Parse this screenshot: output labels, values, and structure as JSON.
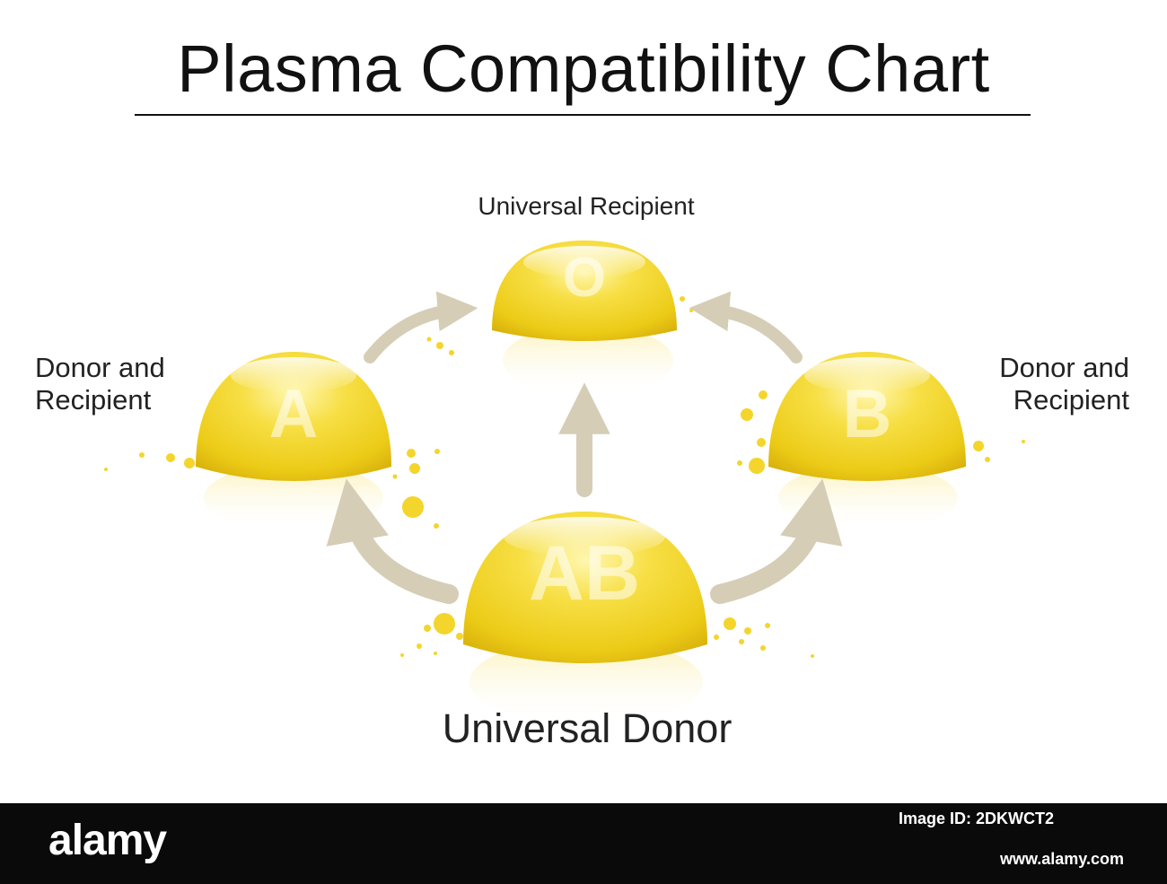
{
  "title": "Plasma Compatibility Chart",
  "nodes": {
    "o": {
      "letter": "O",
      "label": "Universal Recipient"
    },
    "a": {
      "letter": "A",
      "label_line1": "Donor and",
      "label_line2": "Recipient"
    },
    "b": {
      "letter": "B",
      "label_line1": "Donor and",
      "label_line2": "Recipient"
    },
    "ab": {
      "letter": "AB",
      "label": "Universal Donor"
    }
  },
  "edges": [
    {
      "from": "AB",
      "to": "A"
    },
    {
      "from": "AB",
      "to": "O"
    },
    {
      "from": "AB",
      "to": "B"
    },
    {
      "from": "A",
      "to": "O"
    },
    {
      "from": "B",
      "to": "O"
    }
  ],
  "colors": {
    "drop": "#f2d21e",
    "drop_light": "#fff6a8",
    "arrow": "#d6cdb7"
  },
  "footer": {
    "logo": "alamy",
    "image_id": "Image ID: 2DKWCT2",
    "url": "www.alamy.com"
  }
}
